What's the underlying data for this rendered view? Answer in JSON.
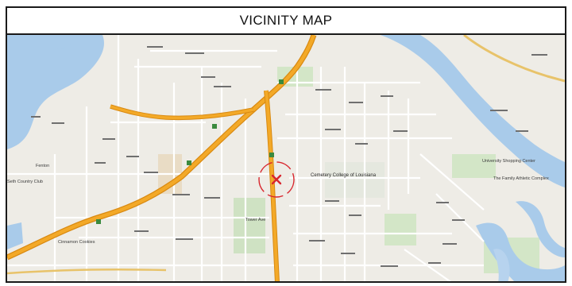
{
  "header": {
    "title": "VICINITY MAP"
  },
  "map": {
    "site_marker": "x-marker",
    "labels": {
      "lake": "Fenton",
      "country_club": "Seth Country Club",
      "park": "Cinnamon Cookies",
      "cemetery": "Cemetery College of Louisiana",
      "complex": "The Family Athletic Complex",
      "shopping": "University Shopping Center",
      "tower": "Tower Ave"
    },
    "colors": {
      "water": "#a9cbea",
      "land": "#eeece6",
      "park": "#cfe2c3",
      "highway": "#f3a928",
      "highway_edge": "#d98a12",
      "marker": "#d8262e"
    }
  }
}
